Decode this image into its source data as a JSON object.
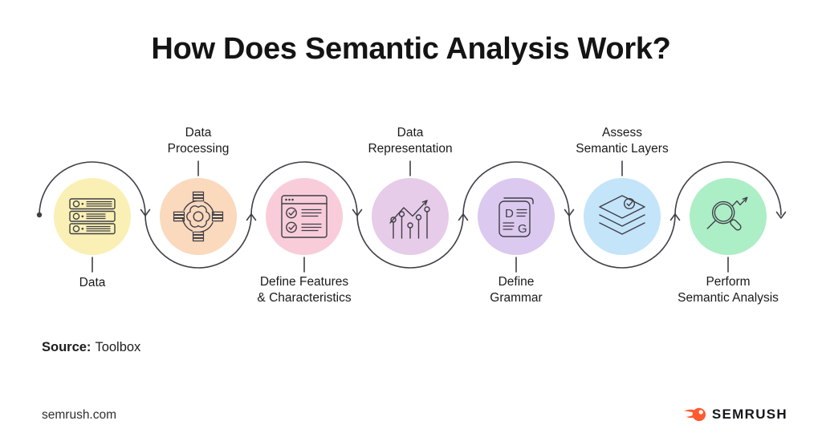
{
  "title": "How Does Semantic Analysis Work?",
  "steps": [
    {
      "label_lines": [
        "Data"
      ],
      "label_position": "below",
      "circle_color": "#FAF0B5",
      "icon": "server-stack-icon"
    },
    {
      "label_lines": [
        "Data",
        "Processing"
      ],
      "label_position": "above",
      "circle_color": "#FAD9BD",
      "icon": "processing-gear-icon"
    },
    {
      "label_lines": [
        "Define Features",
        "& Characteristics"
      ],
      "label_position": "below",
      "circle_color": "#F8CDD9",
      "icon": "checklist-window-icon"
    },
    {
      "label_lines": [
        "Data",
        "Representation"
      ],
      "label_position": "above",
      "circle_color": "#E6CCE9",
      "icon": "growth-chart-icon"
    },
    {
      "label_lines": [
        "Define",
        "Grammar"
      ],
      "label_position": "below",
      "circle_color": "#DCC9EF",
      "icon": "grammar-document-icon",
      "letters": [
        "D",
        "G"
      ]
    },
    {
      "label_lines": [
        "Assess",
        "Semantic Layers"
      ],
      "label_position": "above",
      "circle_color": "#C3E4F9",
      "icon": "semantic-layers-icon"
    },
    {
      "label_lines": [
        "Perform",
        "Semantic Analysis"
      ],
      "label_position": "below",
      "circle_color": "#ACEEC6",
      "icon": "magnifier-analysis-icon"
    }
  ],
  "source": {
    "label": "Source:",
    "value": "Toolbox"
  },
  "footer": {
    "website": "semrush.com",
    "logo_text": "SEMRUSH"
  },
  "colors": {
    "line": "#3F3F46",
    "title": "#141414",
    "label": "#1A1A1A",
    "logo_orange": "#FF5B2E"
  }
}
